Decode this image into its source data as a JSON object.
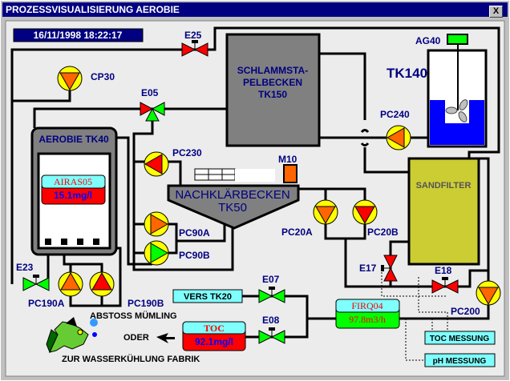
{
  "window": {
    "title": "PROZESSVISUALISIERUNG AEROBIE",
    "close_label": "X"
  },
  "datetime": "16/11/1998 18:22:17",
  "colors": {
    "titlebar": "#000080",
    "label": "#000080",
    "pump_outer": "#ffff00",
    "pump_orange": "#ff6600",
    "pump_red": "#ff0000",
    "pump_green": "#00ff00",
    "valve_red": "#ff0000",
    "valve_green": "#00ff00",
    "tank_gray": "#808080",
    "sandfilter": "#cccc33",
    "water": "#0000ff"
  },
  "valves": {
    "e25": "E25",
    "e05": "E05",
    "e23": "E23",
    "e07": "E07",
    "e08": "E08",
    "e17": "E17",
    "e18": "E18"
  },
  "pumps": {
    "cp30": "CP30",
    "pc230": "PC230",
    "pc240": "PC240",
    "pc90a": "PC90A",
    "pc90b": "PC90B",
    "pc20a": "PC20A",
    "pc20b": "PC20B",
    "pc200": "PC200",
    "pc190a": "PC190A",
    "pc190b": "PC190B"
  },
  "tanks": {
    "tk150_line1": "SCHLAMMSTA-",
    "tk150_line2": "PELBECKEN",
    "tk150_line3": "TK150",
    "tk140": "TK140",
    "ag40": "AG40",
    "tk40": "AEROBIE TK40",
    "tk50_line1": "NACHKLÄRBECKEN",
    "tk50_line2": "TK50",
    "m10": "M10",
    "sandfilter": "SANDFILTER"
  },
  "instruments": {
    "airas05": {
      "tag": "AIRAS05",
      "value": "15.1mg/l"
    },
    "firq04": {
      "tag": "FIRQ04",
      "value": "97.8m3/h"
    },
    "toc": {
      "tag": "TOC",
      "value": "92.1mg/l"
    }
  },
  "boxes": {
    "vers_tk20": "VERS TK20",
    "toc_messung": "TOC MESSUNG",
    "ph_messung": "pH MESSUNG"
  },
  "texts": {
    "abstoss": "ABSTOSS MÜMLING",
    "oder": "ODER",
    "wasserkuehlung": "ZUR WASSERKÜHLUNG FABRIK"
  }
}
